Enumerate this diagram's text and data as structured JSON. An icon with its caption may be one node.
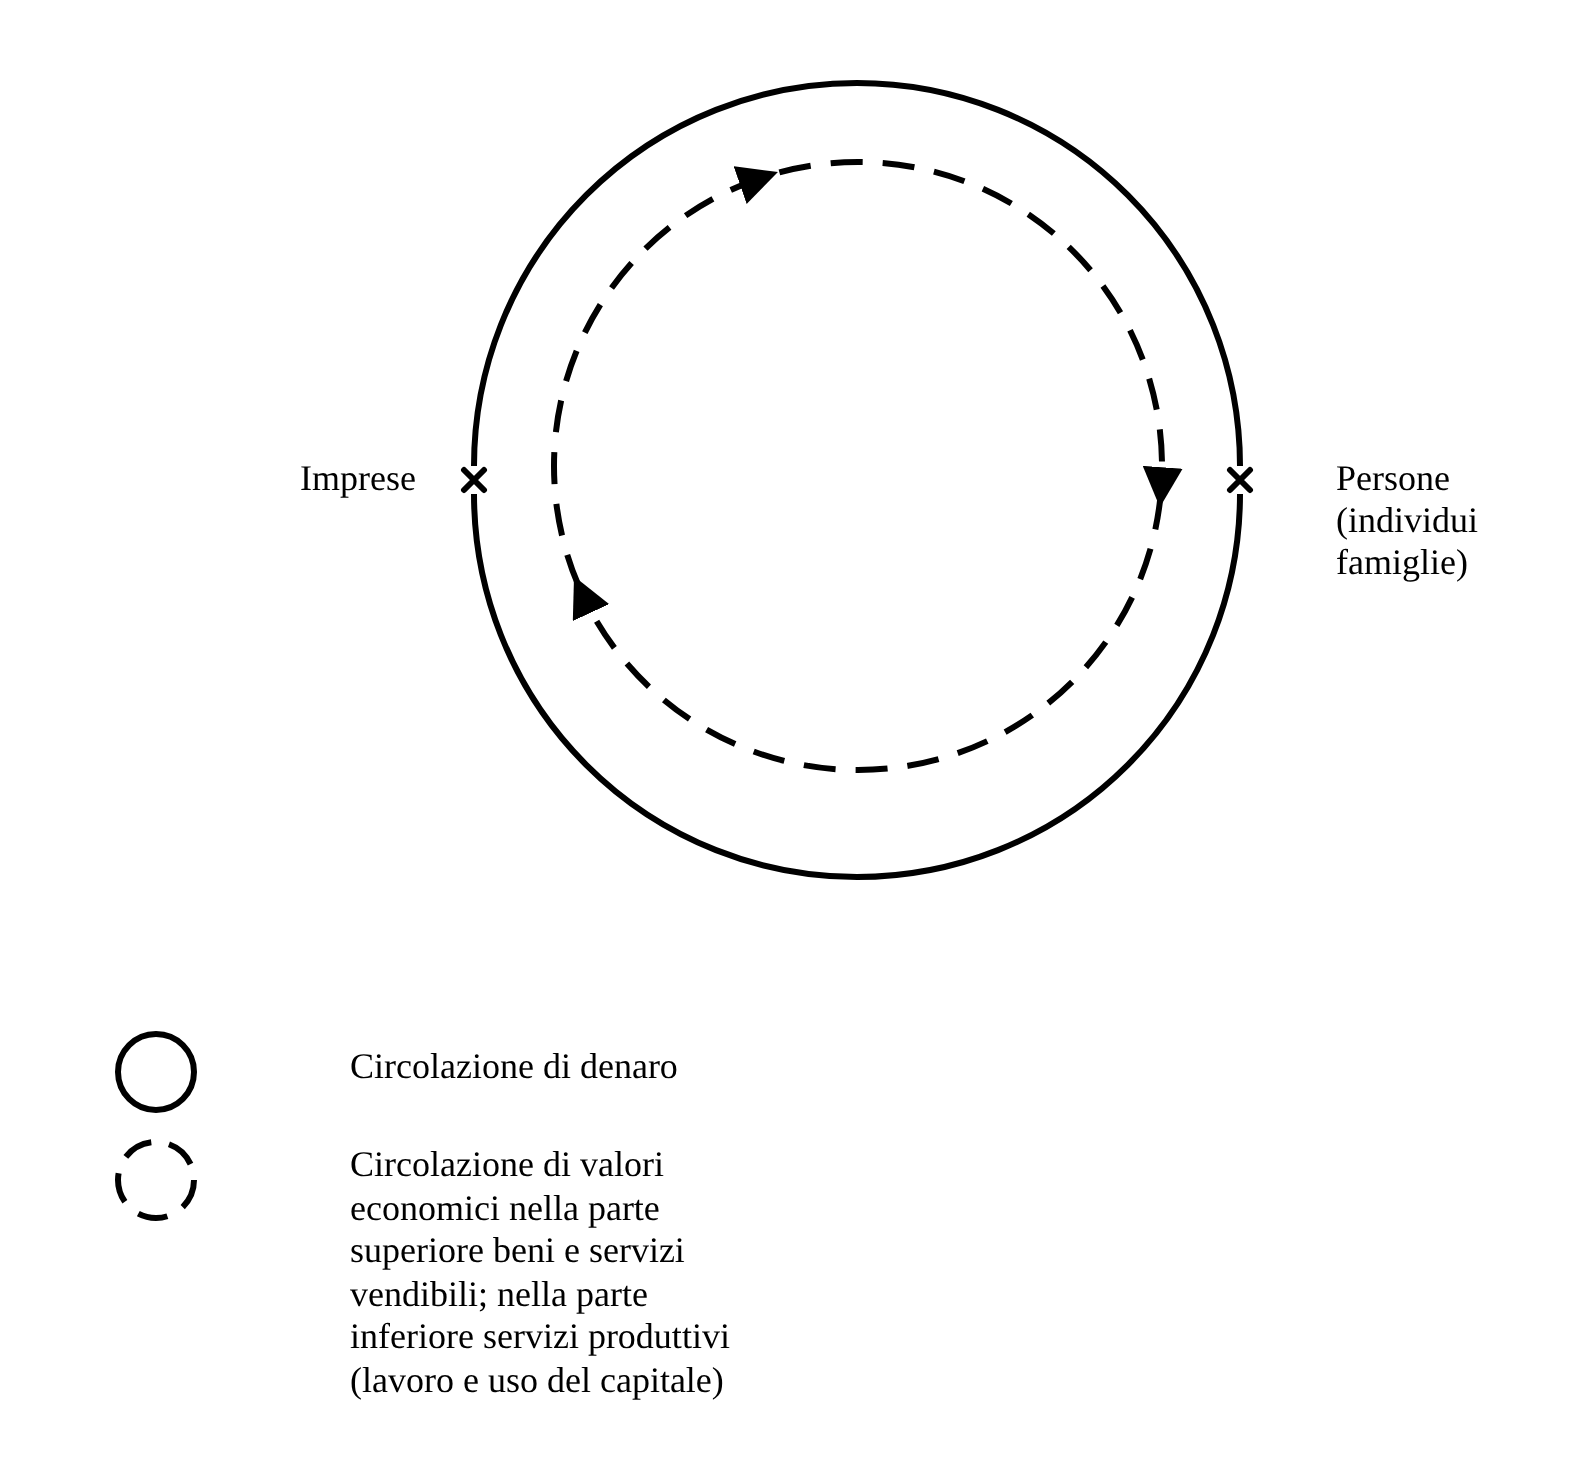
{
  "diagram": {
    "nodes": [
      {
        "text": [],
        "shape": "cross",
        "beside": [
          "Imprese"
        ]
      },
      {
        "text": [],
        "shape": "cross",
        "beside": [
          "Persone (individui famiglie)"
        ]
      }
    ],
    "edges": [
      {
        "from": 0,
        "to": 1,
        "arrow": "none"
      },
      {
        "from": 1,
        "to": 0,
        "arrow": "none"
      },
      {
        "from": 0,
        "to": 1,
        "arrow": "to",
        "style": "dashed"
      },
      {
        "from": 1,
        "to": 0,
        "arrow": "to",
        "style": "dashed"
      }
    ],
    "legend": [
      {
        "text": "Circolazione di denaro"
      },
      {
        "text": "Circolazione di valori economici nella parte superiore beni e servizi vendibili; nella parte inferiore servizi produttivi (lavoro e uso del capitale)"
      }
    ]
  }
}
